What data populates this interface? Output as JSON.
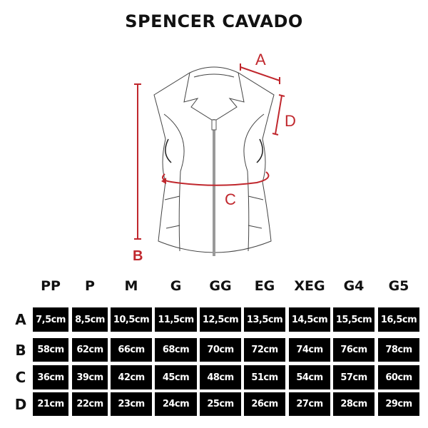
{
  "title": "SPENCER CAVADO",
  "diagram": {
    "labels": {
      "a": "A",
      "b": "B",
      "c": "C",
      "d": "D"
    },
    "accent_color": "#c0272d"
  },
  "table": {
    "sizes": [
      "PP",
      "P",
      "M",
      "G",
      "GG",
      "EG",
      "XEG",
      "G4",
      "G5"
    ],
    "rows": [
      {
        "label": "A",
        "values": [
          "7,5cm",
          "8,5cm",
          "10,5cm",
          "11,5cm",
          "12,5cm",
          "13,5cm",
          "14,5cm",
          "15,5cm",
          "16,5cm"
        ]
      },
      {
        "label": "B",
        "values": [
          "58cm",
          "62cm",
          "66cm",
          "68cm",
          "70cm",
          "72cm",
          "74cm",
          "76cm",
          "78cm"
        ]
      },
      {
        "label": "C",
        "values": [
          "36cm",
          "39cm",
          "42cm",
          "45cm",
          "48cm",
          "51cm",
          "54cm",
          "57cm",
          "60cm"
        ]
      },
      {
        "label": "D",
        "values": [
          "21cm",
          "22cm",
          "23cm",
          "24cm",
          "25cm",
          "26cm",
          "27cm",
          "28cm",
          "29cm"
        ]
      }
    ]
  }
}
